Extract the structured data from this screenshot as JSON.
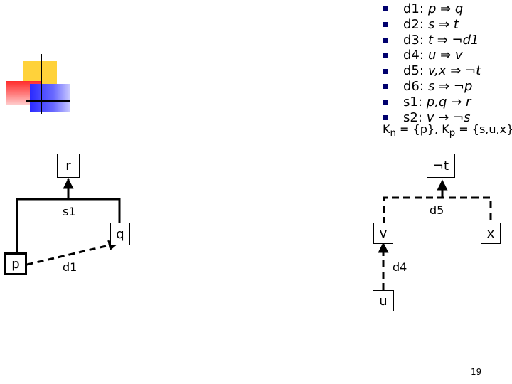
{
  "rules": [
    {
      "id": "d1:",
      "formula": "p ⇒ q"
    },
    {
      "id": "d2:",
      "formula": "s ⇒ t"
    },
    {
      "id": "d3:",
      "formula": "t ⇒ ¬d1"
    },
    {
      "id": "d4:",
      "formula": "u ⇒ v"
    },
    {
      "id": "d5:",
      "formula": "v,x ⇒ ¬t"
    },
    {
      "id": "d6:",
      "formula": "s ⇒ ¬p"
    },
    {
      "id": "s1:",
      "formula": "p,q → r"
    },
    {
      "id": "s2:",
      "formula": "v → ¬s"
    }
  ],
  "sets": {
    "kn_symbol": "K",
    "kn_sub": "n",
    "kn_value": " = {p}, ",
    "kp_symbol": "K",
    "kp_sub": "p",
    "kp_value": " = {s,u,x}"
  },
  "nodes": {
    "r": "r",
    "not_t": "¬t",
    "q": "q",
    "p": "p",
    "v": "v",
    "x": "x",
    "u": "u"
  },
  "edge_labels": {
    "s1": "s1",
    "d1": "d1",
    "d5": "d5",
    "d4": "d4"
  },
  "page_number": "19",
  "colors": {
    "bullet": "#00006e",
    "deco_yellow": "#ffd23a",
    "deco_red": "#ff2a2a",
    "deco_blue": "#2a2aff"
  }
}
